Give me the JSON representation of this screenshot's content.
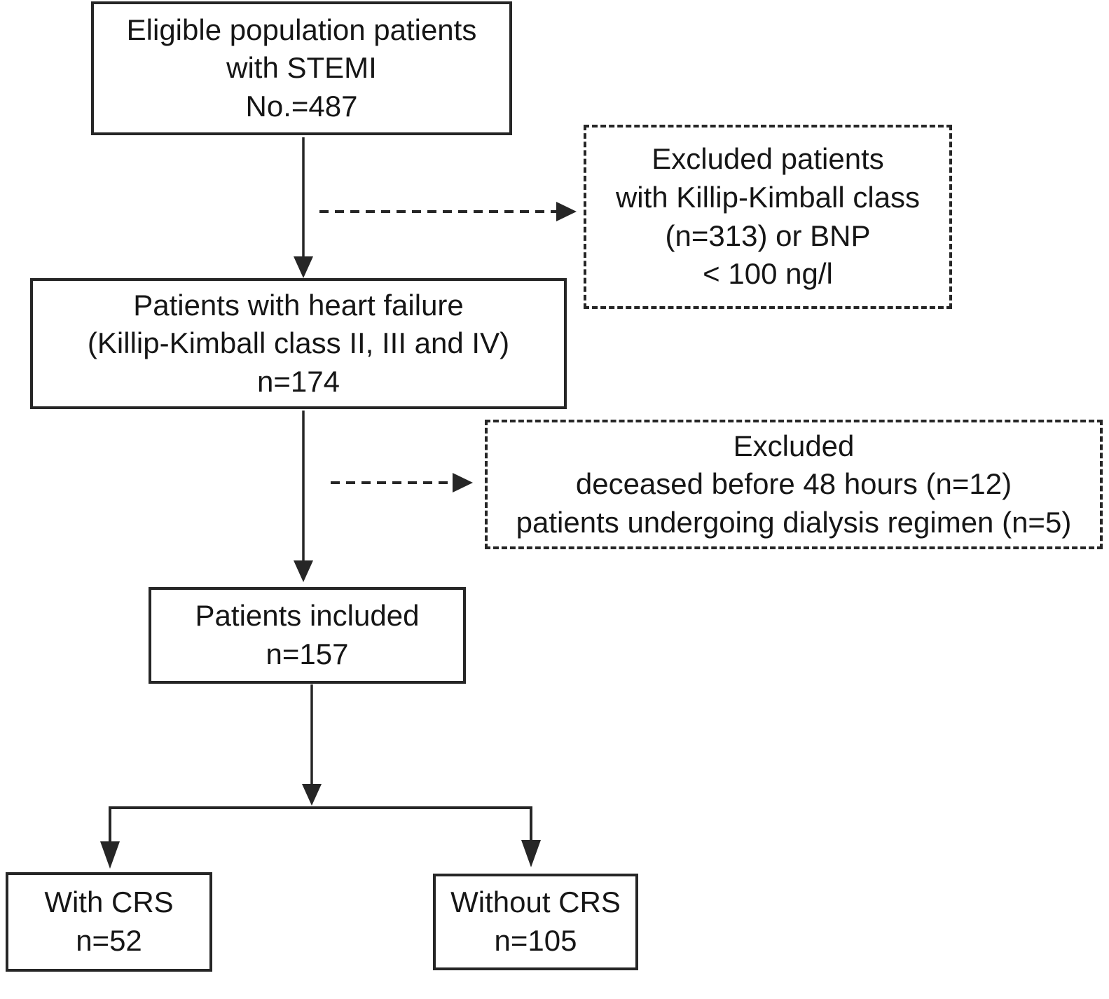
{
  "figure": {
    "type": "patient-flow-diagram",
    "boxes": {
      "eligible": {
        "style": "solid",
        "lines": [
          "Eligible population patients",
          "with STEMI",
          "No.=487"
        ]
      },
      "excluded_killip": {
        "style": "dashed",
        "lines": [
          "Excluded patients",
          "with Killip-Kimball class",
          "(n=313) or BNP",
          "< 100 ng/l"
        ]
      },
      "heart_failure": {
        "style": "solid",
        "lines": [
          "Patients with heart failure",
          "(Killip-Kimball class II, III and IV)",
          "n=174"
        ]
      },
      "excluded_deceased": {
        "style": "dashed",
        "lines": [
          "Excluded",
          "deceased before 48 hours (n=12)",
          "patients undergoing dialysis regimen (n=5)"
        ]
      },
      "included": {
        "style": "solid",
        "lines": [
          "Patients included",
          "n=157"
        ]
      },
      "with_crs": {
        "style": "solid",
        "lines": [
          "With CRS",
          "n=52"
        ]
      },
      "without_crs": {
        "style": "solid",
        "lines": [
          "Without CRS",
          "n=105"
        ]
      }
    },
    "colors": {
      "line": "#262626",
      "text": "#161616",
      "background": "#ffffff"
    }
  }
}
